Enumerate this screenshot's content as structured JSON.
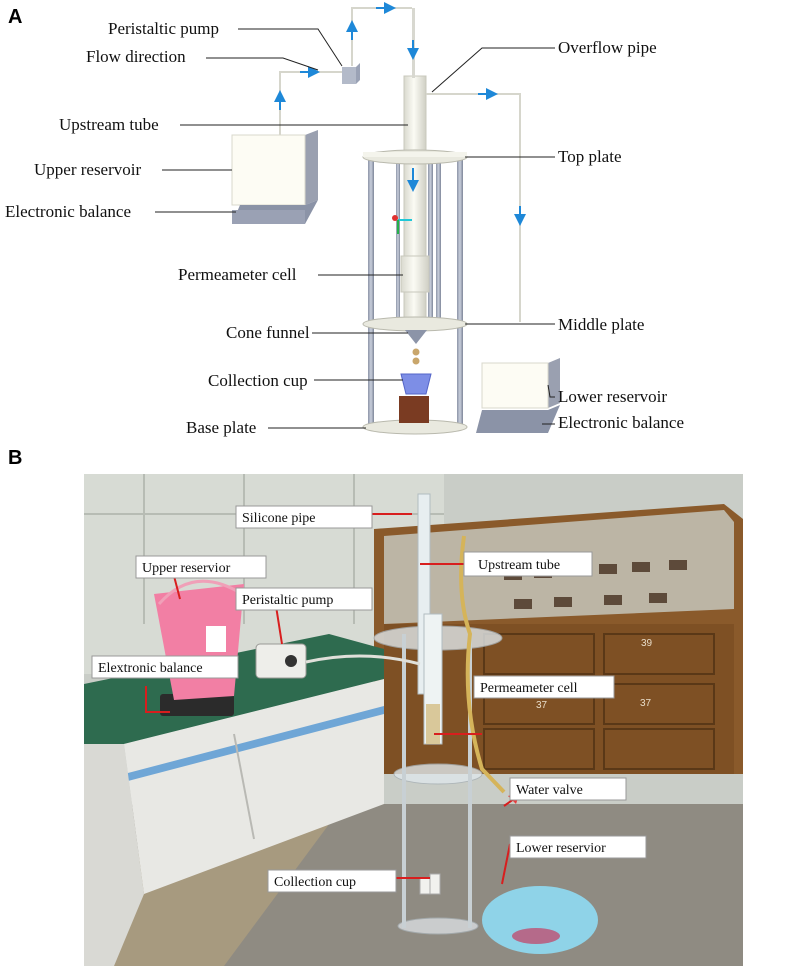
{
  "panels": {
    "a_letter": "A",
    "b_letter": "B"
  },
  "diagram": {
    "labels": {
      "peristaltic_pump": "Peristaltic pump",
      "flow_direction": "Flow direction",
      "upstream_tube": "Upstream tube",
      "upper_reservoir": "Upper reservoir",
      "electronic_balance_left": "Electronic balance",
      "permeameter_cell": "Permeameter cell",
      "cone_funnel": "Cone funnel",
      "collection_cup": "Collection cup",
      "base_plate": "Base plate",
      "overflow_pipe": "Overflow pipe",
      "top_plate": "Top plate",
      "middle_plate": "Middle plate",
      "lower_reservoir": "Lower reservoir",
      "electronic_balance_right": "Electronic balance"
    },
    "colors": {
      "flow_arrow": "#1e88d8",
      "reservoir_face": "#fdfcf4",
      "balance": "#8b93a7",
      "soil": "#7a3b22",
      "cup": "#7d8ee6"
    }
  },
  "photo": {
    "labels": {
      "silicone_pipe": "Silicone pipe",
      "upstream_tube": "Upstream tube",
      "upper_reservior": "Upper reservior",
      "peristaltic_pump": "Peristaltic pump",
      "elextronic_balance": "Elextronic balance",
      "permeameter_cell": "Permeameter cell",
      "water_valve": "Water valve",
      "lower_reservior": "Lower reservior",
      "collection_cup": "Collection cup"
    },
    "cabinet_numbers": {
      "n39": "39",
      "n37a": "37",
      "n37b": "37"
    },
    "colors": {
      "leader": "#d81e1e",
      "bucket": "#f27fa4",
      "bench_top": "#2e6b4f",
      "cabinet": "#8a5a2b",
      "basin": "#8fd3e8"
    }
  }
}
